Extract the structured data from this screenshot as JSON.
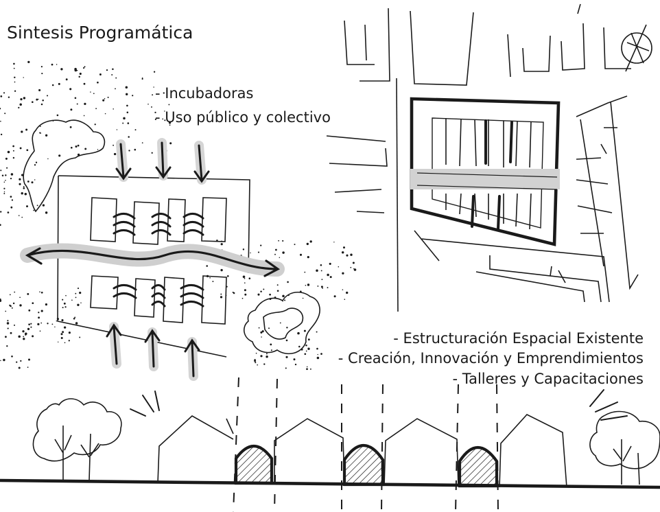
{
  "title": "Sintesis Programática",
  "upper_notes": [
    "- Incubadoras",
    "- Uso público y colectivo"
  ],
  "lower_notes": [
    "- Estructuración Espacial Existente",
    "- Creación, Innovación y Emprendimientos",
    "- Talleres y Capacitaciones"
  ],
  "colors": {
    "ink": "#1a1a1a",
    "highlight": "#cfcfcf",
    "paper": "#ffffff"
  }
}
